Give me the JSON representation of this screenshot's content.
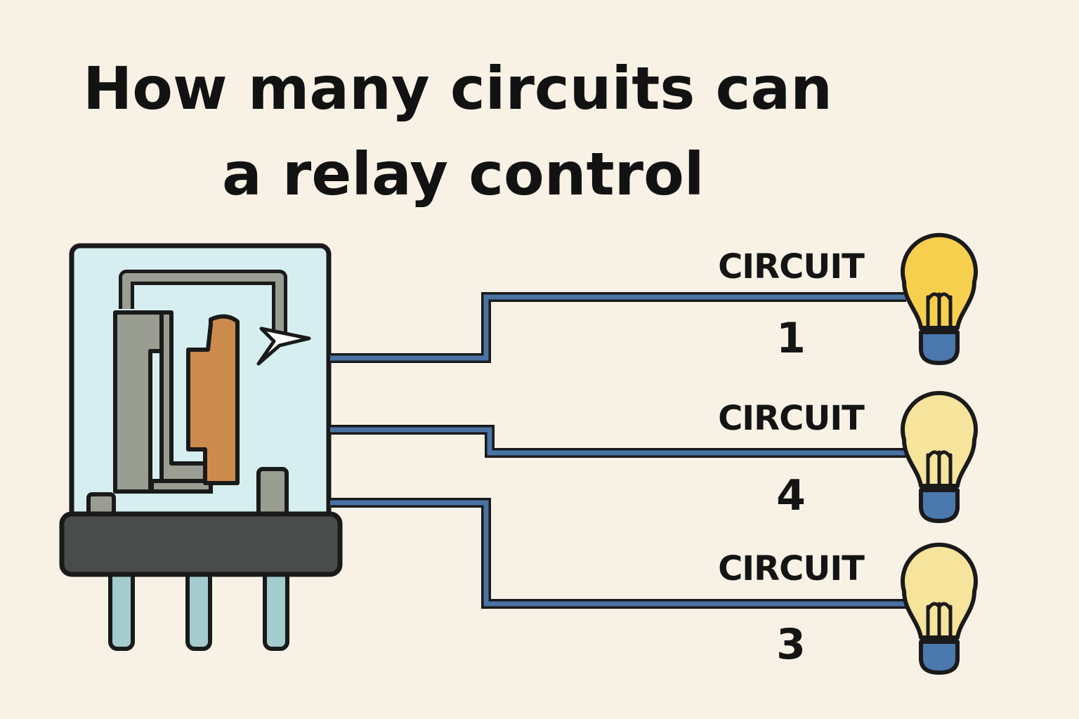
{
  "title": {
    "line1": "How many circuits can",
    "line2": "a relay control"
  },
  "circuits": [
    {
      "label": "CIRCUIT",
      "number": "1",
      "bulb_state": "lit"
    },
    {
      "label": "CIRCUIT",
      "number": "4",
      "bulb_state": "dim"
    },
    {
      "label": "CIRCUIT",
      "number": "3",
      "bulb_state": "dim"
    }
  ],
  "colors": {
    "background": "#f8f2e6",
    "wire": "#4a73a4",
    "relay_case": "#d6eef0",
    "relay_base": "#4a4c4c",
    "relay_coil": "#cc8a4d",
    "relay_frame": "#9a9d92",
    "relay_pins": "#a2cccd",
    "bulb_lit": "#f6cf4f",
    "bulb_dim": "#f6e39c",
    "bulb_base": "#4b78ad"
  },
  "icons": [
    "relay-icon",
    "lightbulb-icon"
  ]
}
